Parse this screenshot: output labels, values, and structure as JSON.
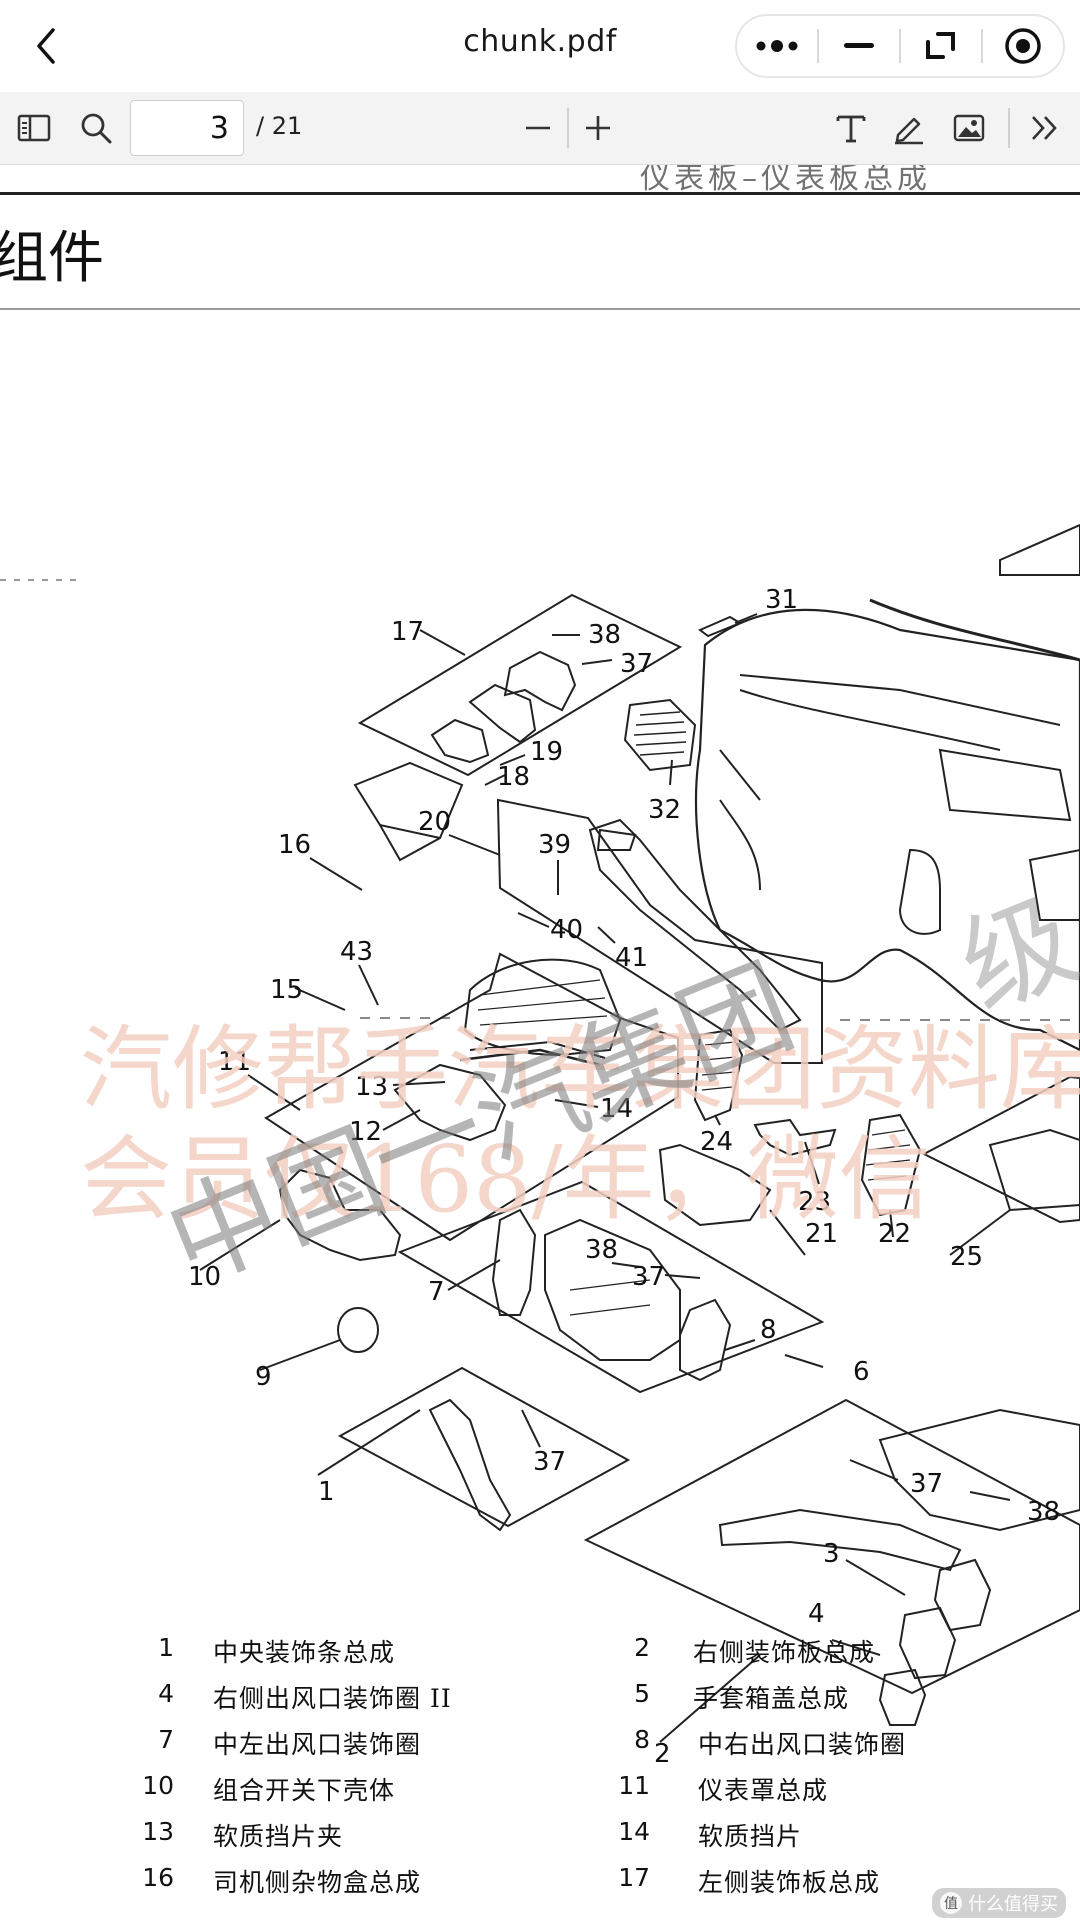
{
  "titlebar": {
    "title": "chunk.pdf",
    "back_icon": "chevron-left-icon",
    "capsule_icons": [
      "more-dots-icon",
      "minimize-icon",
      "restore-icon",
      "record-icon"
    ]
  },
  "toolbar": {
    "current_page": "3",
    "total_pages": "/ 21",
    "icons": [
      "sidebar-toggle-icon",
      "search-icon",
      "zoom-out-icon",
      "zoom-in-icon",
      "text-tool-icon",
      "pen-icon",
      "image-icon",
      "expand-more-icon"
    ]
  },
  "document": {
    "running_head": "仪表板–仪表板总成",
    "section_heading": "组件",
    "callouts": [
      "1",
      "2",
      "3",
      "4",
      "6",
      "7",
      "8",
      "9",
      "10",
      "11",
      "12",
      "13",
      "14",
      "15",
      "16",
      "17",
      "18",
      "19",
      "20",
      "21",
      "22",
      "23",
      "24",
      "25",
      "31",
      "32",
      "37",
      "38",
      "39",
      "40",
      "41",
      "43"
    ],
    "watermark_line1": "汽修帮手汽车集团资料库",
    "watermark_line2": "会员仅168/年，微信",
    "watermark_diag1": "中国一汽集团",
    "watermark_diag2": "级"
  },
  "parts": [
    {
      "left": {
        "num": "1",
        "name": "中央装饰条总成"
      },
      "right": {
        "num": "2",
        "name": "右侧装饰板总成"
      }
    },
    {
      "left": {
        "num": "4",
        "name": "右侧出风口装饰圈 II"
      },
      "right": {
        "num": "5",
        "name": "手套箱盖总成"
      }
    },
    {
      "left": {
        "num": "7",
        "name": "中左出风口装饰圈"
      },
      "right": {
        "num": "8",
        "name": "中右出风口装饰圈"
      }
    },
    {
      "left": {
        "num": "10",
        "name": "组合开关下壳体"
      },
      "right": {
        "num": "11",
        "name": "仪表罩总成"
      }
    },
    {
      "left": {
        "num": "13",
        "name": "软质挡片夹"
      },
      "right": {
        "num": "14",
        "name": "软质挡片"
      }
    },
    {
      "left": {
        "num": "16",
        "name": "司机侧杂物盒总成"
      },
      "right": {
        "num": "17",
        "name": "左侧装饰板总成"
      }
    }
  ],
  "corner_logo": "什么值得买",
  "colors": {
    "toolbar_bg": "#f3f3f3",
    "watermark": "#f2c7b8",
    "ink": "#111111"
  }
}
